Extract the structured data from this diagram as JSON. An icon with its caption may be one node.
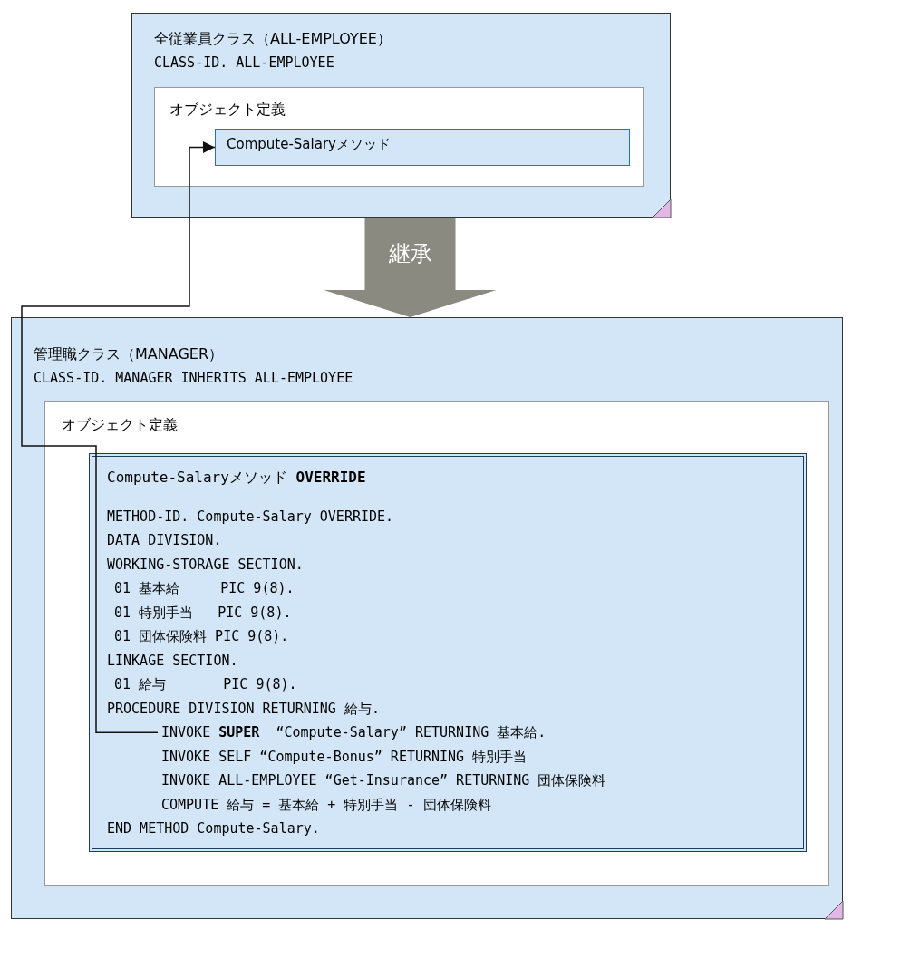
{
  "diagram": {
    "nodes": [
      {
        "text": [
          "全従業員クラス（ALL-EMPLOYEE）",
          "CLASS-ID. ALL-EMPLOYEE"
        ]
      },
      {
        "text": [
          "オブジェクト定義"
        ],
        "in": 0
      },
      {
        "text": [
          "Compute-Salaryメソッド"
        ],
        "in": 1
      },
      {
        "text": [
          "管理職クラス（MANAGER）",
          "CLASS-ID. MANAGER INHERITS ALL-EMPLOYEE"
        ]
      },
      {
        "text": [
          "オブジェクト定義"
        ],
        "in": 3
      },
      {
        "text": [
          "Compute-Salaryメソッド **OVERRIDE**",
          "METHOD-ID. Compute-Salary OVERRIDE.",
          "DATA DIVISION.",
          "WORKING-STORAGE SECTION.",
          "01 基本給     PIC 9(8).",
          "01 特別手当   PIC 9(8).",
          "01 団体保険料 PIC 9(8).",
          "LINKAGE SECTION.",
          "01 給与       PIC 9(8).",
          "PROCEDURE DIVISION RETURNING 給与.",
          "INVOKE SELF “Compute-Bonus” RETURNING 特別手当",
          "INVOKE ALL-EMPLOYEE “Get-Insurance” RETURNING 団体保険料",
          "COMPUTE 給与 = 基本給 + 特別手当 - 団体保険料",
          "END METHOD Compute-Salary."
        ],
        "in": 4
      },
      {
        "text": [
          "INVOKE **SUPER**  “Compute-Salary” RETURNING 基本給."
        ],
        "in": 5
      }
    ],
    "edges": [
      {
        "from": 6,
        "to": 2,
        "arrow": "to"
      },
      {
        "from": 0,
        "to": 3,
        "arrow": "to",
        "label": "継承",
        "style": "thick",
        "color": "#8a8a80"
      }
    ]
  }
}
